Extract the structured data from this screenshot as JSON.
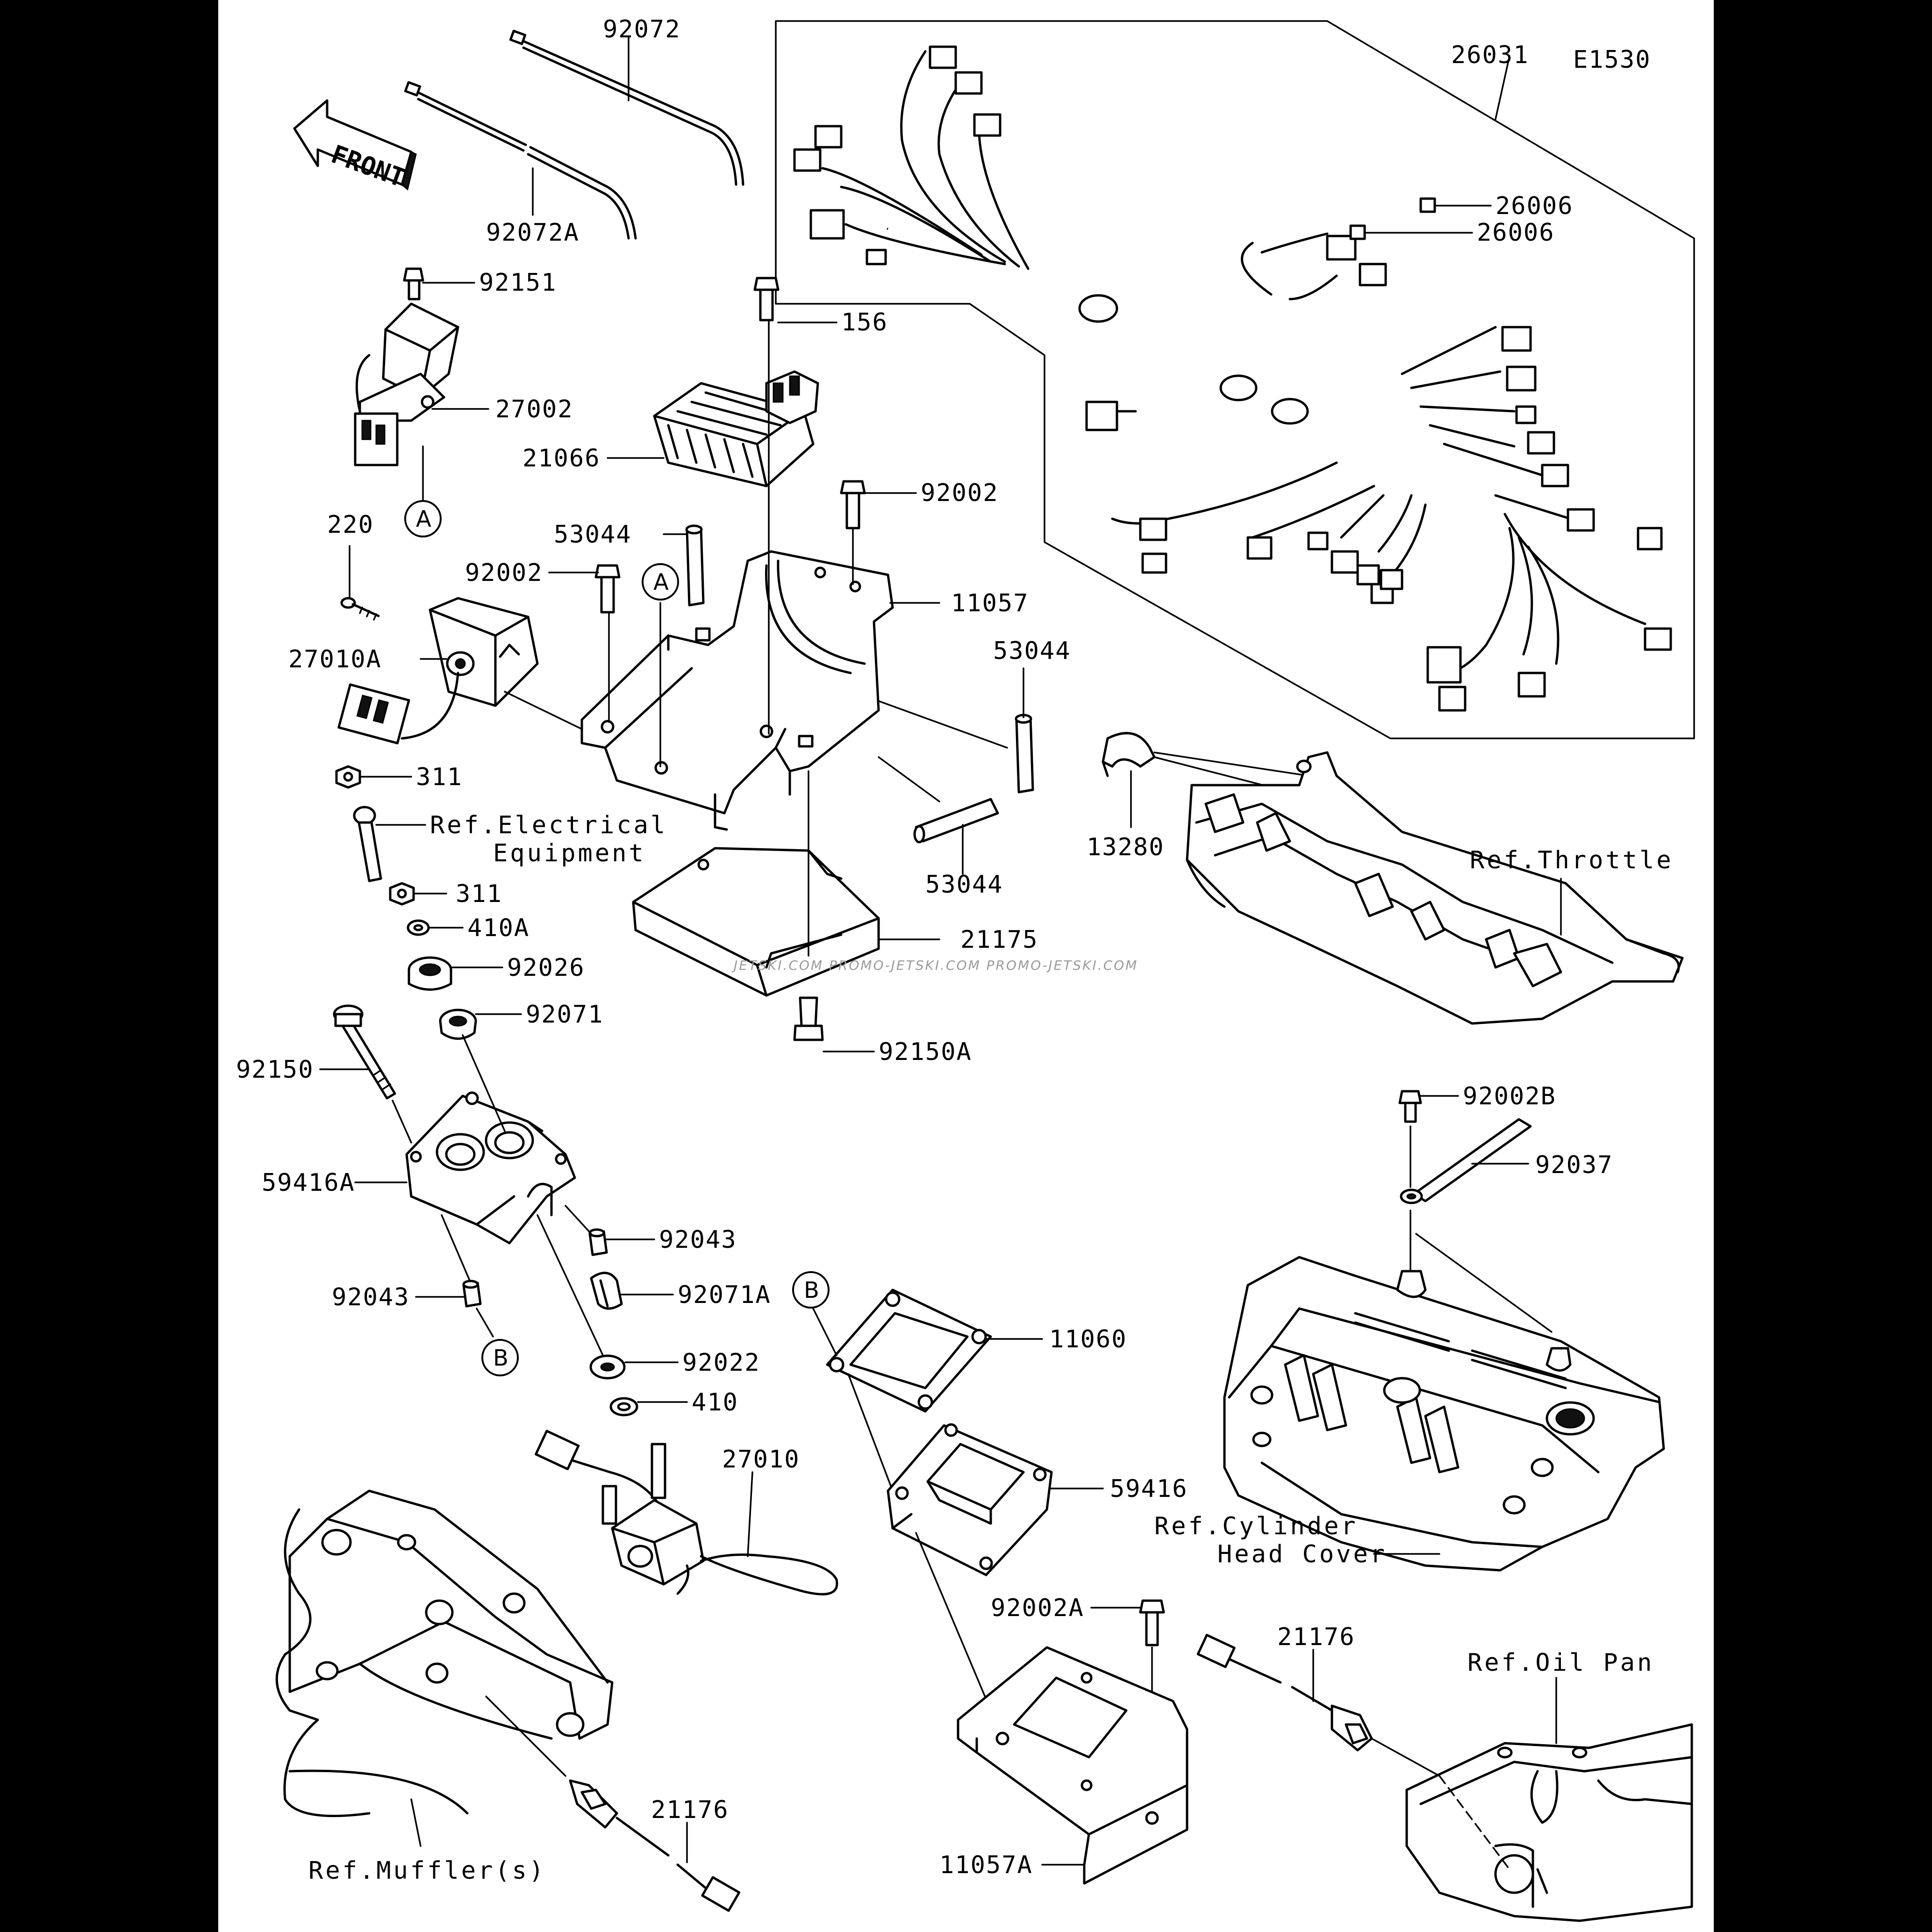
{
  "diagram_code": "E1530",
  "front_arrow": "FRONT",
  "callouts": {
    "A": "A",
    "B": "B"
  },
  "labels": {
    "p92072": "92072",
    "p92072A": "92072A",
    "p26031": "26031",
    "p26006a": "26006",
    "p26006b": "26006",
    "p92151": "92151",
    "p27002": "27002",
    "p156": "156",
    "p21066": "21066",
    "p92002a": "92002",
    "p92002b": "92002",
    "p53044a": "53044",
    "p53044b": "53044",
    "p53044c": "53044",
    "p220": "220",
    "p11057": "11057",
    "p27010A": "27010A",
    "p311a": "311",
    "p311b": "311",
    "p410A": "410A",
    "p13280": "13280",
    "p21175": "21175",
    "p92026": "92026",
    "p92071": "92071",
    "p92150A": "92150A",
    "p92150": "92150",
    "p59416A": "59416A",
    "p92043a": "92043",
    "p92043b": "92043",
    "p92071A": "92071A",
    "p92022": "92022",
    "p410": "410",
    "p11060": "11060",
    "p92002B": "92002B",
    "p92037": "92037",
    "p27010": "27010",
    "p59416": "59416",
    "p92002A": "92002A",
    "p21176a": "21176",
    "p21176b": "21176",
    "p11057A": "11057A"
  },
  "references": {
    "electrical_1": "Ref.Electrical",
    "electrical_2": "Equipment",
    "throttle": "Ref.Throttle",
    "cylinder_1": "Ref.Cylinder",
    "cylinder_2": "Head Cover",
    "oil_pan": "Ref.Oil Pan",
    "muffler": "Ref.Muffler(s)"
  },
  "watermark": "JETSKI.COM  PROMO-JETSKI.COM  PROMO-JETSKI.COM"
}
